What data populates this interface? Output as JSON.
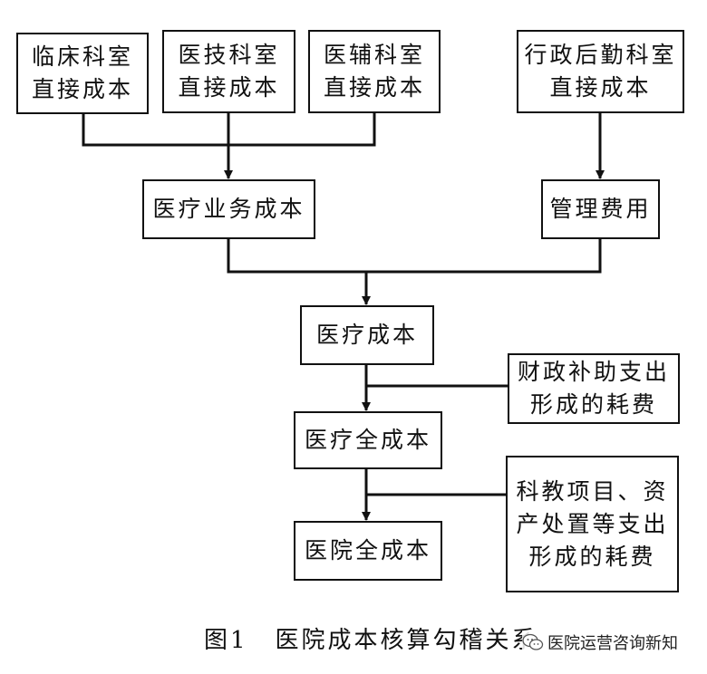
{
  "boxes": {
    "clinical": "临床科室\n直接成本",
    "medtech": "医技科室\n直接成本",
    "auxiliary": "医辅科室\n直接成本",
    "admin": "行政后勤科室\n直接成本",
    "medical_business": "医疗业务成本",
    "management": "管理费用",
    "medical_cost": "医疗成本",
    "fiscal_subsidy": "财政补助支出\n形成的耗费",
    "medical_full_cost": "医疗全成本",
    "research_projects": "科教项目、资\n产处置等支出\n形成的耗费",
    "hospital_full_cost": "医院全成本"
  },
  "caption": {
    "number": "图1",
    "title": "医院成本核算勾稽关系"
  },
  "watermark": {
    "text": "医院运营咨询新知",
    "icon": "wechat-icon"
  }
}
